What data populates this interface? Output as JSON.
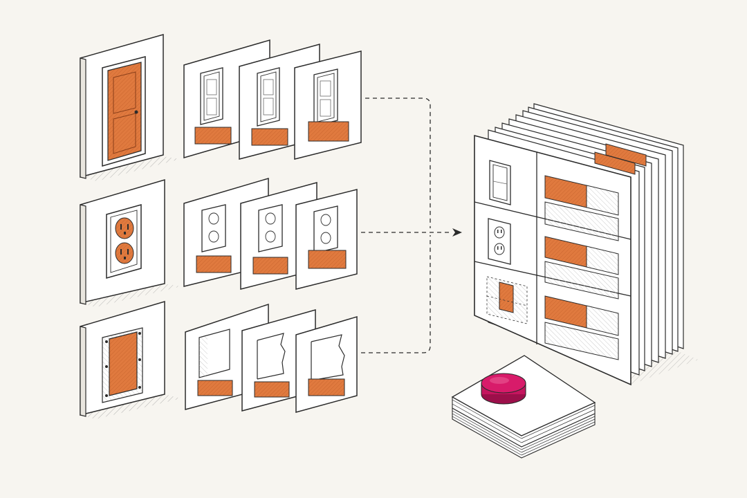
{
  "colors": {
    "background": "#f7f5f0",
    "panel": "#ffffff",
    "ink": "#2b2b2b",
    "hatch": "#8a8a8a",
    "accent": "#e07a3f",
    "accent_dark": "#b9582a",
    "button": "#d81b6a",
    "button_dark": "#9c0f4a"
  },
  "rows": [
    {
      "subject": "door",
      "source_icon": "door-icon",
      "variant_icon": "door-outline-icon",
      "variant_count": 3
    },
    {
      "subject": "outlet",
      "source_icon": "outlet-icon",
      "variant_icon": "outlet-outline-icon",
      "variant_count": 3
    },
    {
      "subject": "wall-patch",
      "source_icon": "wall-patch-icon",
      "variant_icon": "wall-hole-icon",
      "variant_count": 3
    }
  ],
  "binder": {
    "icons": [
      "door-icon",
      "outlet-icon",
      "wall-patch-icon"
    ],
    "accent_fill": [
      0.6,
      0.6,
      0.6
    ]
  },
  "button": {
    "icon": "push-button-icon",
    "color": "#d81b6a"
  }
}
